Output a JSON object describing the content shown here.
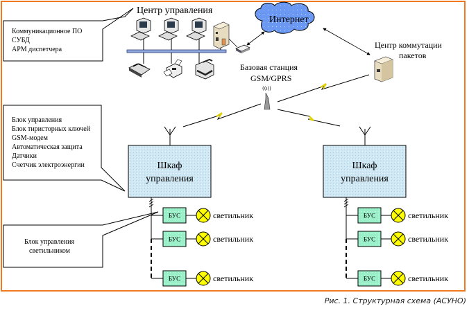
{
  "figure": {
    "caption": "Рис. 1. Структурная схема (АСУНО)",
    "colors": {
      "frame": "#f07820",
      "cabinet_fill": "#cfe8f4",
      "bus_fill": "#99f0c8",
      "lamp_fill": "#ffff00",
      "cloud_fill": "#5d8ef0",
      "lightning": "#ffff00"
    }
  },
  "control_center": {
    "label": "Центр управления",
    "callout_lines": [
      "Коммуникационное ПО",
      "СУБД",
      "АРМ диспетчера"
    ],
    "workstations": [
      "computer-1",
      "computer-2",
      "computer-3"
    ],
    "peripherals": [
      "scanner",
      "printer",
      "laser-printer"
    ],
    "server": "server"
  },
  "internet": {
    "label": "Интернет"
  },
  "packet_center": {
    "label_line1": "Центр коммутации",
    "label_line2": "пакетов"
  },
  "base_station": {
    "label_line1": "Базовая станция",
    "label_line2": "GSM/GPRS"
  },
  "cabinet_callout": {
    "lines": [
      "Блок управления",
      "Блок тиристорных ключей",
      "GSM-модем",
      "Автоматическая защита",
      "Датчики",
      "Счетчик электроэнергии"
    ]
  },
  "lamp_callout": {
    "lines": [
      "Блок управления",
      "светильником"
    ]
  },
  "cabinets": [
    {
      "title_line1": "Шкаф",
      "title_line2": "управления",
      "units": [
        {
          "bus": "БУС",
          "lamp": "светильник"
        },
        {
          "bus": "БУС",
          "lamp": "светильник"
        },
        {
          "bus": "БУС",
          "lamp": "светильник"
        }
      ]
    },
    {
      "title_line1": "Шкаф",
      "title_line2": "управления",
      "units": [
        {
          "bus": "БУС",
          "lamp": "светильник"
        },
        {
          "bus": "БУС",
          "lamp": "светильник"
        },
        {
          "bus": "БУС",
          "lamp": "светильник"
        }
      ]
    }
  ]
}
